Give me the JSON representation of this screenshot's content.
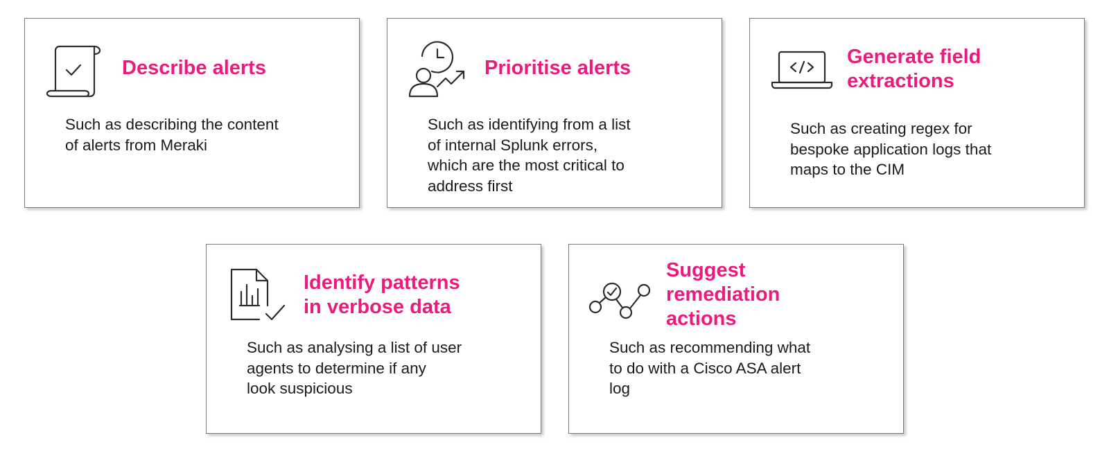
{
  "cards": [
    {
      "title": "Describe alerts",
      "description": "Such as describing the content\nof alerts from Meraki",
      "icon": "scroll-check-icon"
    },
    {
      "title": "Prioritise alerts",
      "description": "Such as identifying from a list\nof internal Splunk errors,\nwhich are the most critical to\naddress first",
      "icon": "person-clock-trend-icon"
    },
    {
      "title": "Generate field\nextractions",
      "description": "Such as creating regex for\nbespoke application logs that\nmaps to the CIM",
      "icon": "laptop-code-icon"
    },
    {
      "title": "Identify patterns\nin verbose data",
      "description": "Such as analysing a list of user\nagents to determine if any\nlook suspicious",
      "icon": "document-chart-check-icon"
    },
    {
      "title": "Suggest\nremediation\nactions",
      "description": "Such as recommending what\nto do with a Cisco ASA alert\nlog",
      "icon": "node-path-check-icon"
    }
  ],
  "colors": {
    "title": "#ec1a7c",
    "text": "#1a1a1a",
    "icon_stroke": "#2b2b2b",
    "border": "#7a7a7a"
  }
}
